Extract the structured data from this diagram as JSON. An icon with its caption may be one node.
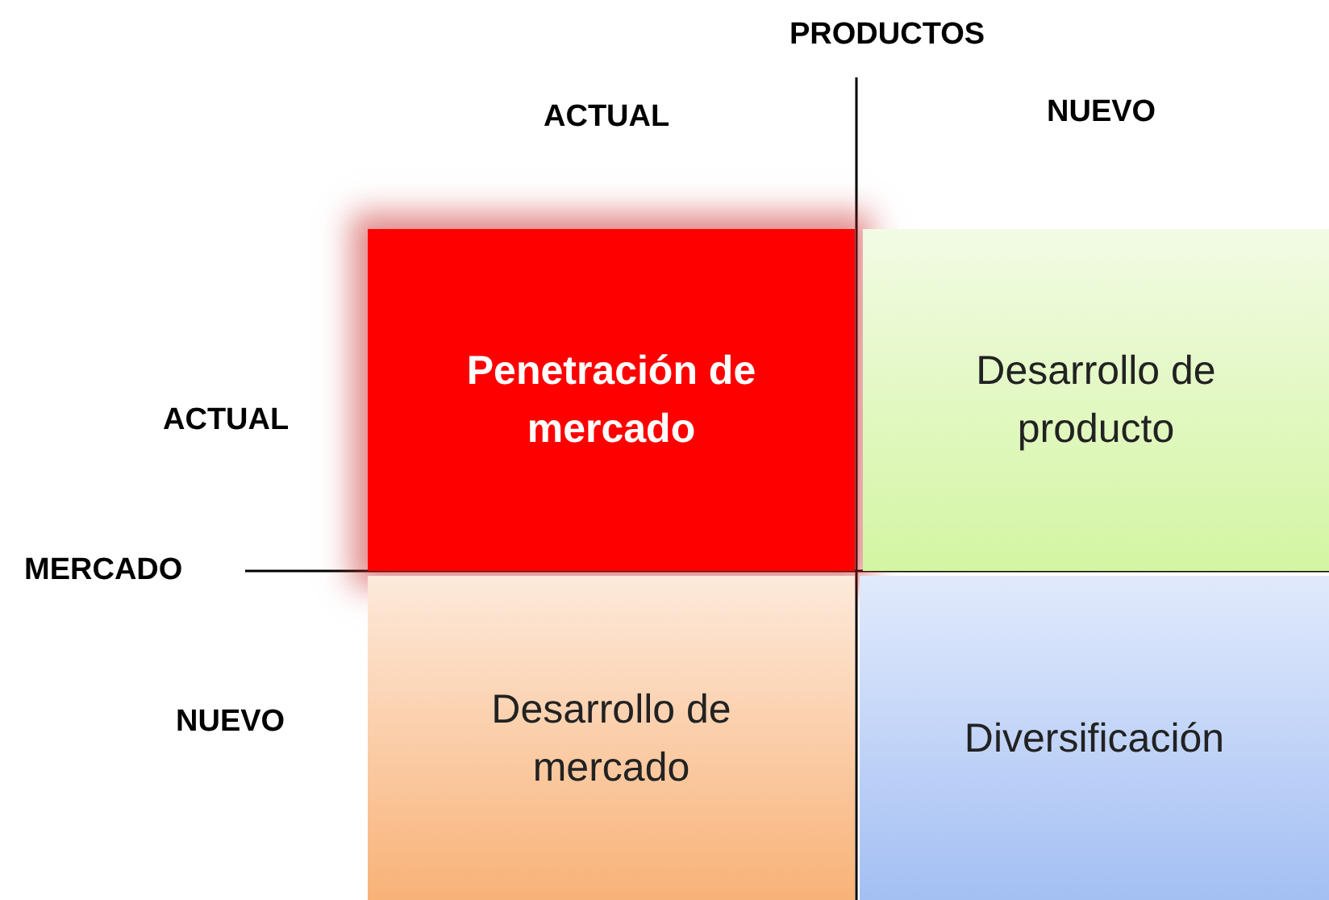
{
  "diagram": {
    "nodes": [
      {
        "text": [
          "Penetración de mercado"
        ]
      },
      {
        "text": [
          "Desarrollo de producto"
        ]
      },
      {
        "text": [
          "Desarrollo de mercado"
        ]
      },
      {
        "text": [
          "Diversificación"
        ]
      }
    ],
    "labels": [
      "PRODUCTOS",
      "ACTUAL",
      "NUEVO",
      "ACTUAL",
      "MERCADO",
      "NUEVO"
    ]
  }
}
